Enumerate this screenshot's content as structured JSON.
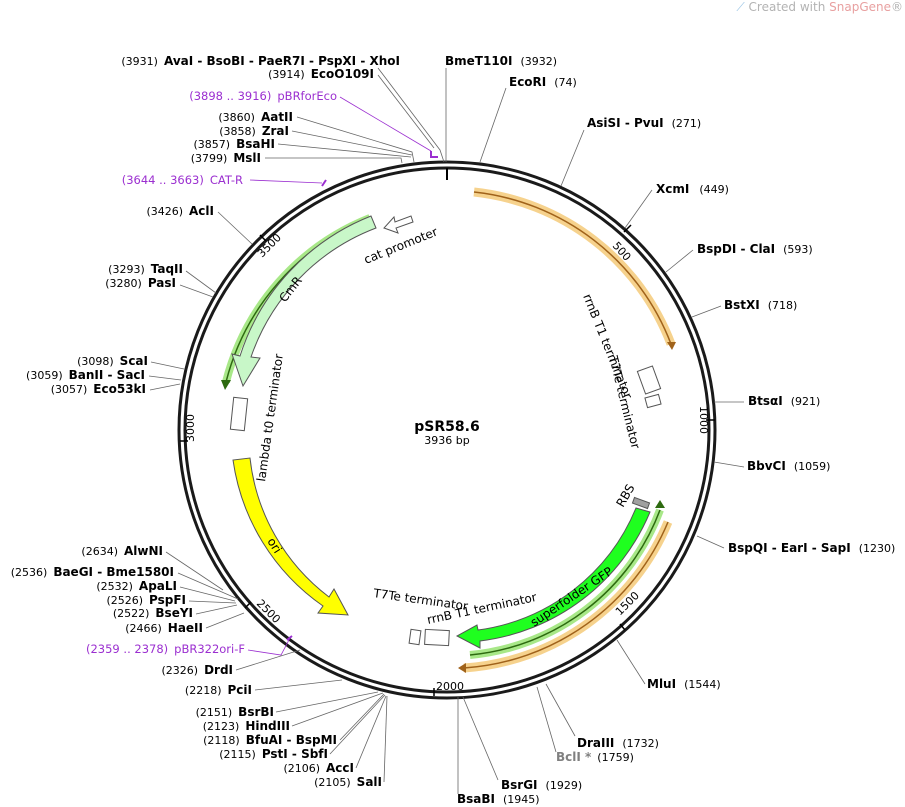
{
  "watermark": {
    "prefix": "Created with ",
    "brand": "SnapGene",
    "reg": "®"
  },
  "plasmid": {
    "name": "pSR58.6",
    "size_label": "3936 bp"
  },
  "colors": {
    "backbone": "#1a1a1a",
    "primer": "#9b2fd0",
    "gray_site": "#808080",
    "orange_feature": "#e8a23a",
    "green_feature": "#4a8f1e",
    "cmr": "#c8f7c8",
    "sfgfp": "#1fff1f",
    "ori": "#ffff00",
    "rbs": "#a0a0a0"
  },
  "ticks": [
    {
      "label": "500",
      "bp": 500
    },
    {
      "label": "1000",
      "bp": 1000
    },
    {
      "label": "1500",
      "bp": 1500
    },
    {
      "label": "2000",
      "bp": 2000
    },
    {
      "label": "2500",
      "bp": 2500
    },
    {
      "label": "3000",
      "bp": 3000
    },
    {
      "label": "3500",
      "bp": 3500
    }
  ],
  "features": [
    {
      "name": "rrnB T1 terminator",
      "start": 30,
      "end": 820,
      "kind": "orange-arc"
    },
    {
      "name": "rrnB T1 terminator",
      "start": 1380,
      "end": 1910,
      "kind": "orange-arc"
    },
    {
      "name": "superfolder GFP",
      "start": 1340,
      "end": 1870,
      "kind": "green-arc"
    },
    {
      "name": "CmR",
      "start": 3120,
      "end": 3540,
      "kind": "green-arc"
    },
    {
      "name": "rrnB T1 terminator",
      "label": "rrnB T1 terminator",
      "kind": "label"
    },
    {
      "name": "T7Te terminator",
      "label": "T7Te terminator",
      "kind": "label"
    },
    {
      "name": "superfolder GFP",
      "label": "superfolder GFP",
      "kind": "label"
    },
    {
      "name": "RBS",
      "label": "RBS",
      "kind": "label"
    },
    {
      "name": "T7Te terminator 2",
      "label": "T7Te terminator",
      "kind": "label"
    },
    {
      "name": "rrnB T1 terminator 2",
      "label": "rrnB T1 terminator",
      "kind": "label"
    },
    {
      "name": "ori",
      "label": "ori",
      "kind": "label"
    },
    {
      "name": "lambda t0 terminator",
      "label": "lambda t0 terminator",
      "kind": "label"
    },
    {
      "name": "CmR",
      "label": "CmR",
      "kind": "label"
    },
    {
      "name": "cat promoter",
      "label": "cat promoter",
      "kind": "label"
    }
  ],
  "sites": [
    {
      "pos": "(3931)",
      "names": "AvaI  - BsoBI - PaeR7I - PspXI - XhoI"
    },
    {
      "pos": "(3914)",
      "names": "EcoO109I"
    },
    {
      "pos": "(3860)",
      "names": "AatII"
    },
    {
      "pos": "(3858)",
      "names": "ZraI"
    },
    {
      "pos": "(3857)",
      "names": "BsaHI"
    },
    {
      "pos": "(3799)",
      "names": "MslI"
    },
    {
      "pos": "(3426)",
      "names": "AclI"
    },
    {
      "pos": "(3293)",
      "names": "TaqII"
    },
    {
      "pos": "(3280)",
      "names": "PasI"
    },
    {
      "pos": "(3098)",
      "names": "ScaI"
    },
    {
      "pos": "(3059)",
      "names": "BanII - SacI"
    },
    {
      "pos": "(3057)",
      "names": "Eco53kI"
    },
    {
      "pos": "(2634)",
      "names": "AlwNI"
    },
    {
      "pos": "(2536)",
      "names": "BaeGI - Bme1580I"
    },
    {
      "pos": "(2532)",
      "names": "ApaLI"
    },
    {
      "pos": "(2526)",
      "names": "PspFI"
    },
    {
      "pos": "(2522)",
      "names": "BseYI"
    },
    {
      "pos": "(2466)",
      "names": "HaeII"
    },
    {
      "pos": "(2326)",
      "names": "DrdI"
    },
    {
      "pos": "(2218)",
      "names": "PciI"
    },
    {
      "pos": "(2151)",
      "names": "BsrBI"
    },
    {
      "pos": "(2123)",
      "names": "HindIII"
    },
    {
      "pos": "(2118)",
      "names": "BfuAI - BspMI"
    },
    {
      "pos": "(2115)",
      "names": "PstI - SbfI"
    },
    {
      "pos": "(2106)",
      "names": "AccI"
    },
    {
      "pos": "(2105)",
      "names": "SalI"
    },
    {
      "pos": "(3932)",
      "names": "BmeT110I"
    },
    {
      "pos": "(74)",
      "names": "EcoRI"
    },
    {
      "pos": "(271)",
      "names": "AsiSI  - PvuI"
    },
    {
      "pos": "(449)",
      "names": "XcmI"
    },
    {
      "pos": "(593)",
      "names": "BspDI - ClaI"
    },
    {
      "pos": "(718)",
      "names": "BstXI"
    },
    {
      "pos": "(921)",
      "names": "BtsαI"
    },
    {
      "pos": "(1059)",
      "names": "BbvCI"
    },
    {
      "pos": "(1230)",
      "names": "BspQI - EarI - SapI"
    },
    {
      "pos": "(1544)",
      "names": "MluI"
    },
    {
      "pos": "(1732)",
      "names": "DraIII"
    },
    {
      "pos": "(1759)",
      "names": "BclI *"
    },
    {
      "pos": "(1929)",
      "names": "BsrGI"
    },
    {
      "pos": "(1945)",
      "names": "BsaBI"
    }
  ],
  "primers": [
    {
      "range": "(3898 .. 3916)",
      "name": "pBRforEco"
    },
    {
      "range": "(3644 .. 3663)",
      "name": "CAT-R"
    },
    {
      "range": "(2359 .. 2378)",
      "name": "pBR322ori-F"
    }
  ]
}
